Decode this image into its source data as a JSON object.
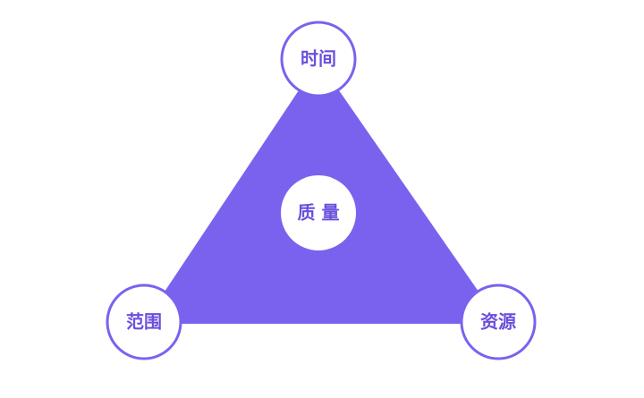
{
  "diagram": {
    "center_label": "质 量",
    "top_label": "时间",
    "left_label": "范围",
    "right_label": "资源"
  },
  "colors": {
    "triangle_fill": "#7B62EE",
    "circle_stroke": "#7B62EE",
    "circle_fill": "#FFFFFF",
    "label_color": "#6B4FDC"
  }
}
